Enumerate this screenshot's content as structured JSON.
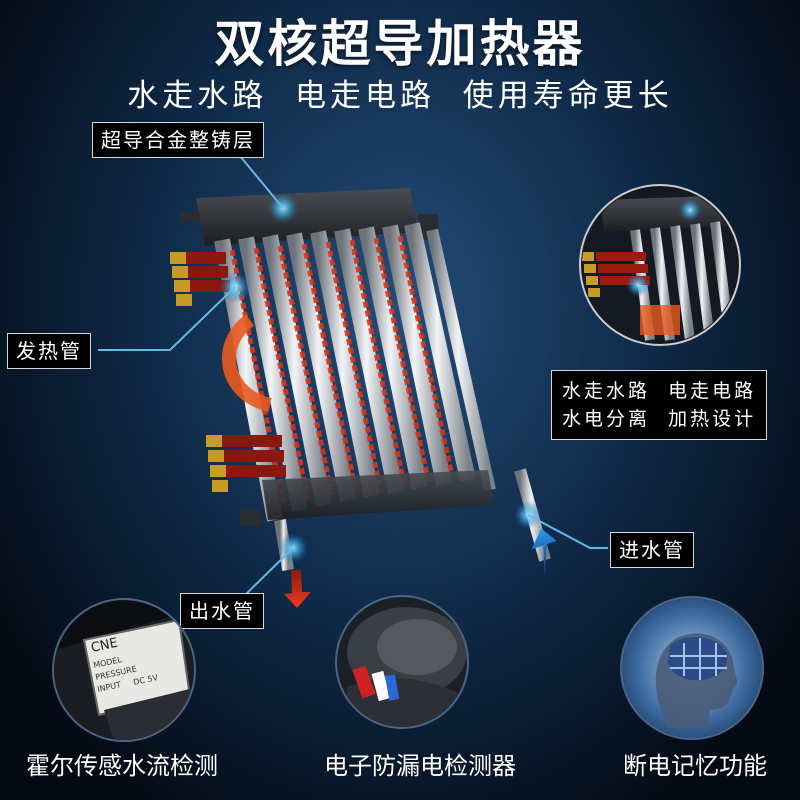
{
  "title": "双核超导加热器",
  "subtitle": "水走水路  电走电路  使用寿命更长",
  "callouts": {
    "cast_layer": "超导合金整铸层",
    "heating_tube": "发热管",
    "separation_line1": "水走水路  电走电路",
    "separation_line2": "水电分离  加热设计",
    "water_inlet": "进水管",
    "water_outlet": "出水管"
  },
  "features": [
    {
      "label": "霍尔传感水流检测",
      "icon": "flow-sensor-photo"
    },
    {
      "label": "电子防漏电检测器",
      "icon": "leakage-detector-photo"
    },
    {
      "label": "断电记忆功能",
      "icon": "brain-memory-icon"
    }
  ],
  "sensor_plate_text": {
    "brand": "CNE",
    "line1": "MODEL",
    "line2": "PRESSURE",
    "line3": "INPUT",
    "line4": "DC 5V"
  },
  "colors": {
    "background": "#0f2a48",
    "label_bg": "#000000",
    "pointer_line": "#66b8e6",
    "arrow_in": "#1e78d8",
    "arrow_out": "#e02a1a",
    "heating_glow": "#e85a1e"
  }
}
